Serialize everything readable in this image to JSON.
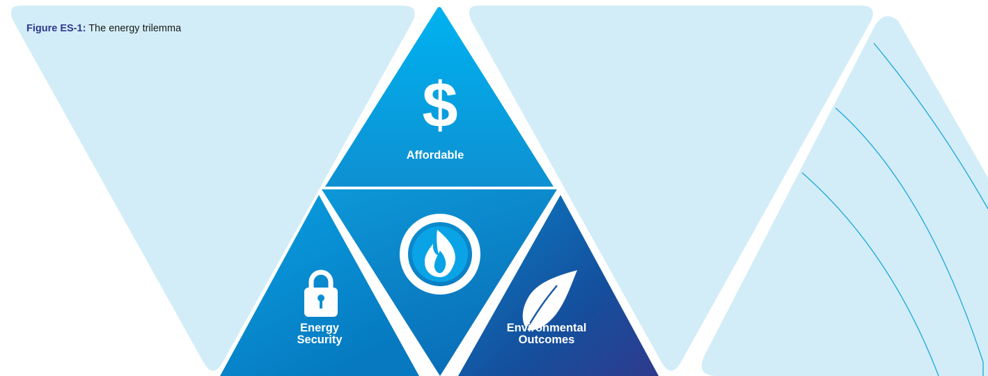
{
  "figure": {
    "label": "Figure ES-1:",
    "title": "The energy trilemma"
  },
  "segments": {
    "affordable": {
      "label": "Affordable",
      "icon": "dollar-icon"
    },
    "center": {
      "icon": "gas-flame-icon"
    },
    "energy_security": {
      "line1": "Energy",
      "line2": "Security",
      "icon": "padlock-icon"
    },
    "environmental_outcomes": {
      "line1": "Environmental",
      "line2": "Outcomes",
      "icon": "leaf-icon"
    }
  },
  "colors": {
    "background_shape": "#d2edf7",
    "triangle_light": "#00aeef",
    "triangle_mid": "#0a8fd0",
    "triangle_dark": "#2c3e8f",
    "curve_lines": "#1aa6dd",
    "caption_label": "#2b3990"
  }
}
